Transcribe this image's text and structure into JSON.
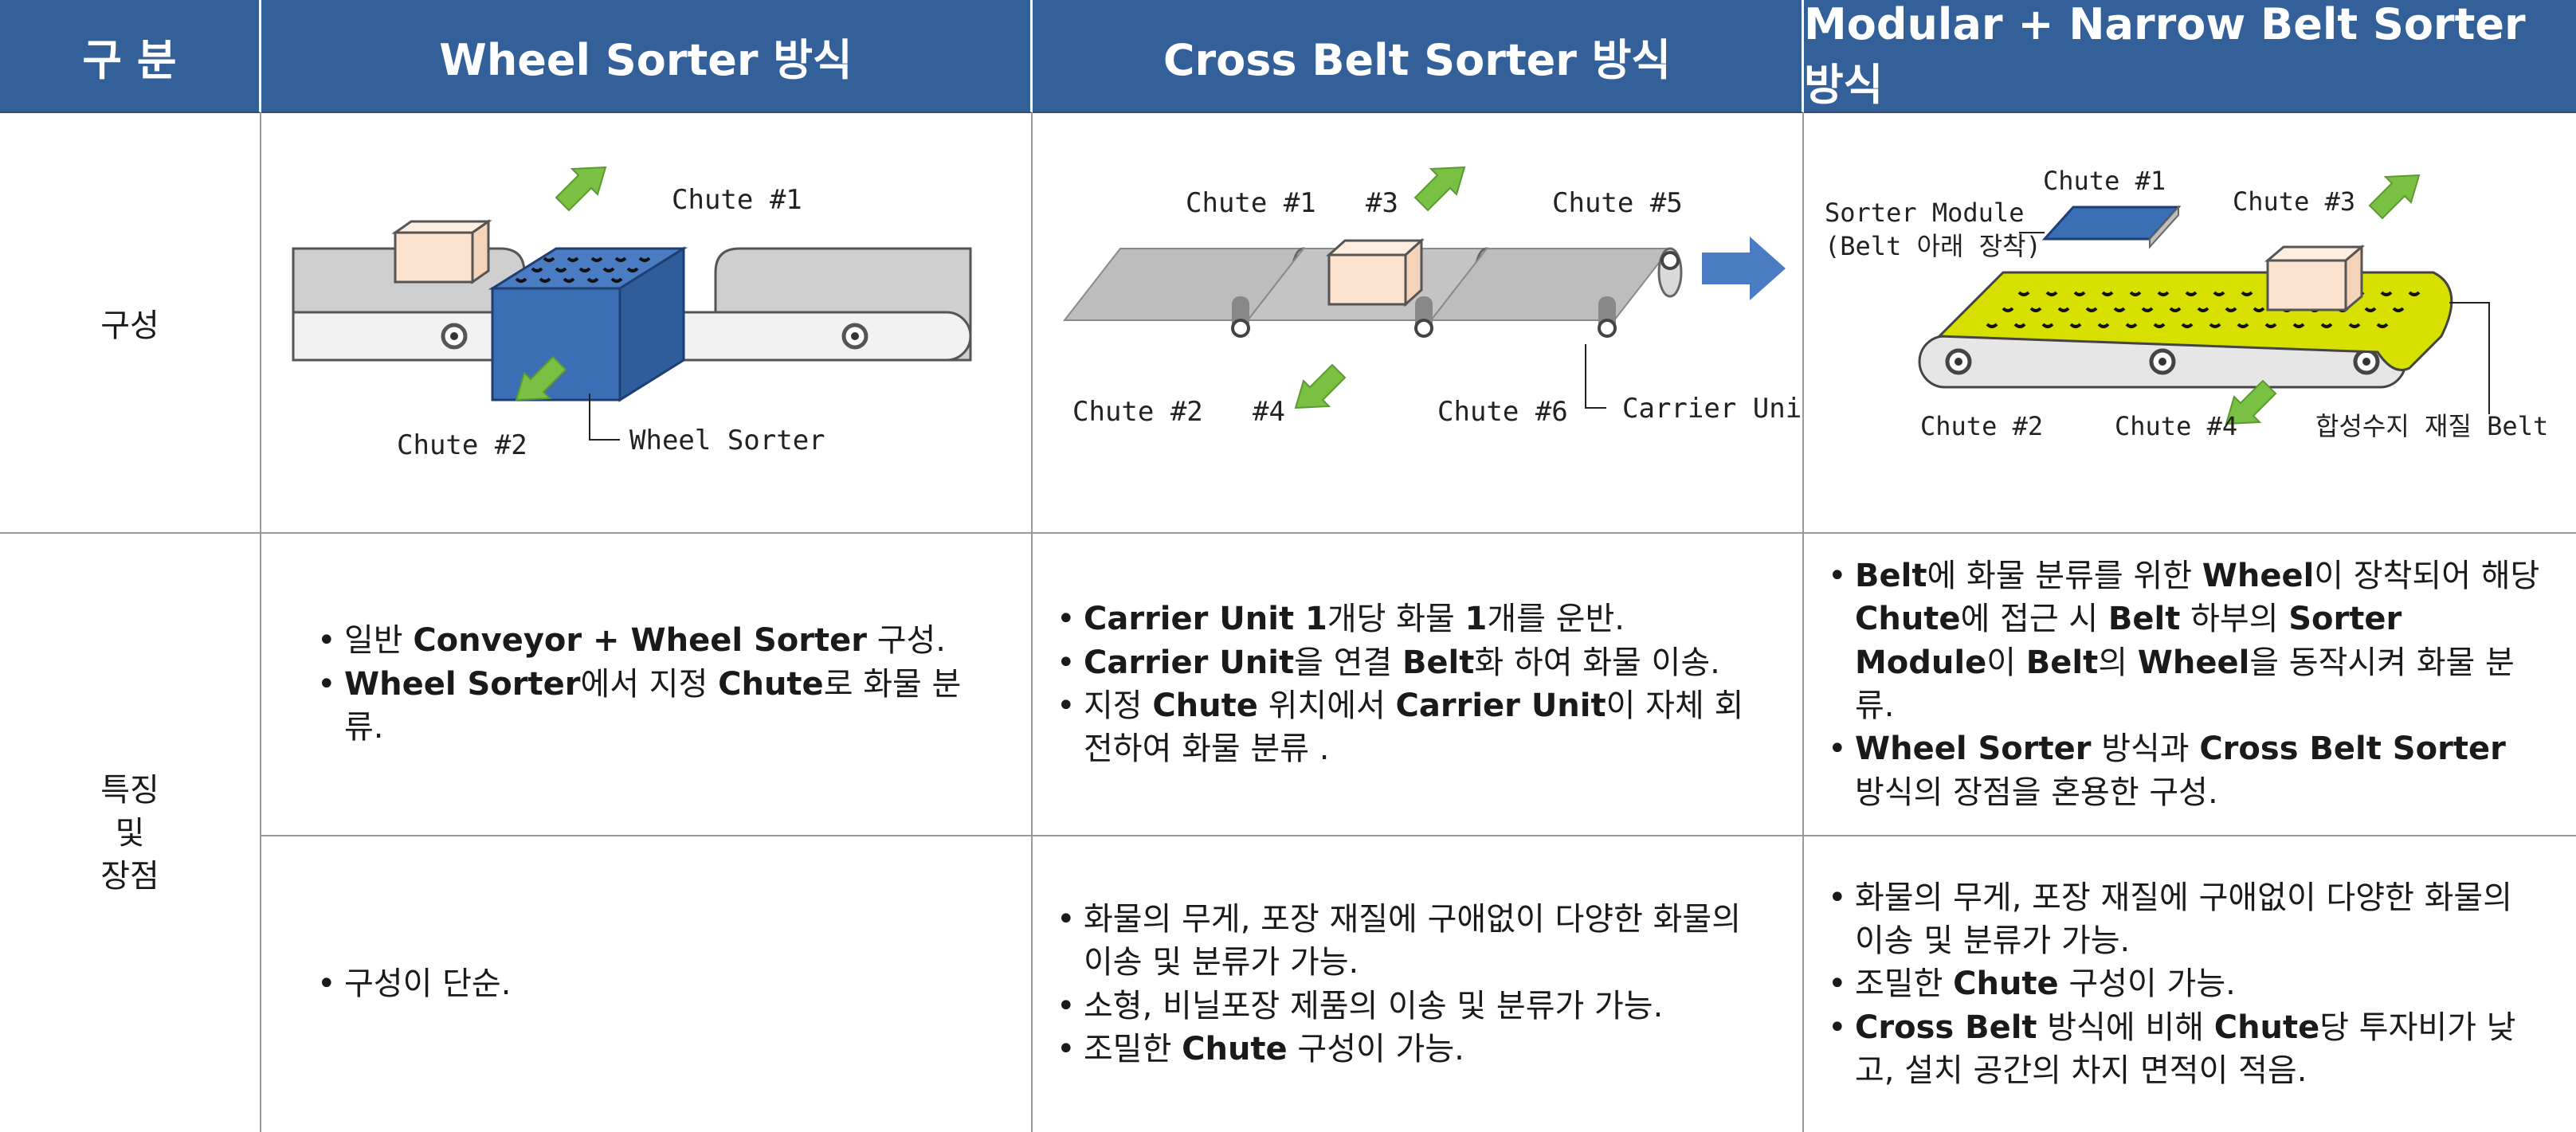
{
  "header": {
    "col0": "구    분",
    "col1": "Wheel Sorter 방식",
    "col2": "Cross Belt Sorter 방식",
    "col3": "Modular + Narrow Belt Sorter 방식"
  },
  "rows": {
    "composition_label": "구성",
    "features_label_1": "특징",
    "features_label_2": "및",
    "features_label_3": "장점"
  },
  "diagram_wheel": {
    "chute1": "Chute #1",
    "chute2": "Chute #2",
    "sorter": "Wheel Sorter"
  },
  "diagram_cross": {
    "chute1": "Chute #1",
    "chute3": "#3",
    "chute5": "Chute #5",
    "chute2": "Chute #2",
    "chute4": "#4",
    "chute6": "Chute #6",
    "carrier": "Carrier Unit"
  },
  "diagram_modular": {
    "sorter_module_1": "Sorter Module",
    "sorter_module_2": "(Belt 아래 장착)",
    "chute1": "Chute #1",
    "chute3": "Chute #3",
    "chute2": "Chute #2",
    "chute4": "Chute #4",
    "belt": "합성수지 재질 Belt"
  },
  "features": {
    "wheel": {
      "l1a": "일반 ",
      "l1b": "Conveyor + Wheel Sorter",
      "l1c": " 구성.",
      "l2a": "Wheel Sorter",
      "l2b": "에서 지정 ",
      "l2c": "Chute",
      "l2d": "로 화물 분류."
    },
    "cross": {
      "l1a": "Carrier Unit 1",
      "l1b": "개당 화물 ",
      "l1c": "1",
      "l1d": "개를 운반.",
      "l2a": "Carrier Unit",
      "l2b": "을 연결 ",
      "l2c": "Belt",
      "l2d": "화 하여 화물 이송.",
      "l3a": "지정 ",
      "l3b": "Chute",
      "l3c": " 위치에서 ",
      "l3d": "Carrier Unit",
      "l3e": "이 자체 회전하여 화물 분류 ."
    },
    "modular": {
      "l1a": "Belt",
      "l1b": "에 화물 분류를 위한 ",
      "l1c": "Wheel",
      "l1d": "이 장착되어 해당 ",
      "l1e": "Chute",
      "l1f": "에 접근 시 ",
      "l1g": "Belt",
      "l1h": " 하부의 ",
      "l1i": "Sorter Module",
      "l1j": "이 ",
      "l1k": "Belt",
      "l1l": "의 ",
      "l1m": "Wheel",
      "l1n": "을 동작시켜 화물 분류.",
      "l2a": "Wheel Sorter",
      "l2b": " 방식과 ",
      "l2c": "Cross Belt Sorter",
      "l2d": " 방식의 장점을 혼용한 구성."
    }
  },
  "advantages": {
    "wheel": {
      "l1": "구성이 단순."
    },
    "cross": {
      "l1": "화물의 무게, 포장 재질에 구애없이 다양한 화물의 이송 및 분류가 가능.",
      "l2": "소형, 비닐포장 제품의 이송 및 분류가 가능.",
      "l3a": "조밀한 ",
      "l3b": "Chute",
      "l3c": " 구성이 가능."
    },
    "modular": {
      "l1": "화물의 무게, 포장 재질에 구애없이 다양한 화물의 이송 및 분류가 가능.",
      "l2a": "조밀한 ",
      "l2b": "Chute",
      "l2c": " 구성이 가능.",
      "l3a": "Cross Belt",
      "l3b": " 방식에 비해 ",
      "l3c": "Chute",
      "l3d": "당 투자비가 낮고, 설치 공간의 차지 면적이 적음."
    }
  },
  "colors": {
    "header_bg": "#34609a",
    "arrow_green": "#7ac143",
    "sorter_blue": "#3a6fb5",
    "belt_yellow": "#d8e000",
    "box_peach": "#fbe3cf"
  }
}
